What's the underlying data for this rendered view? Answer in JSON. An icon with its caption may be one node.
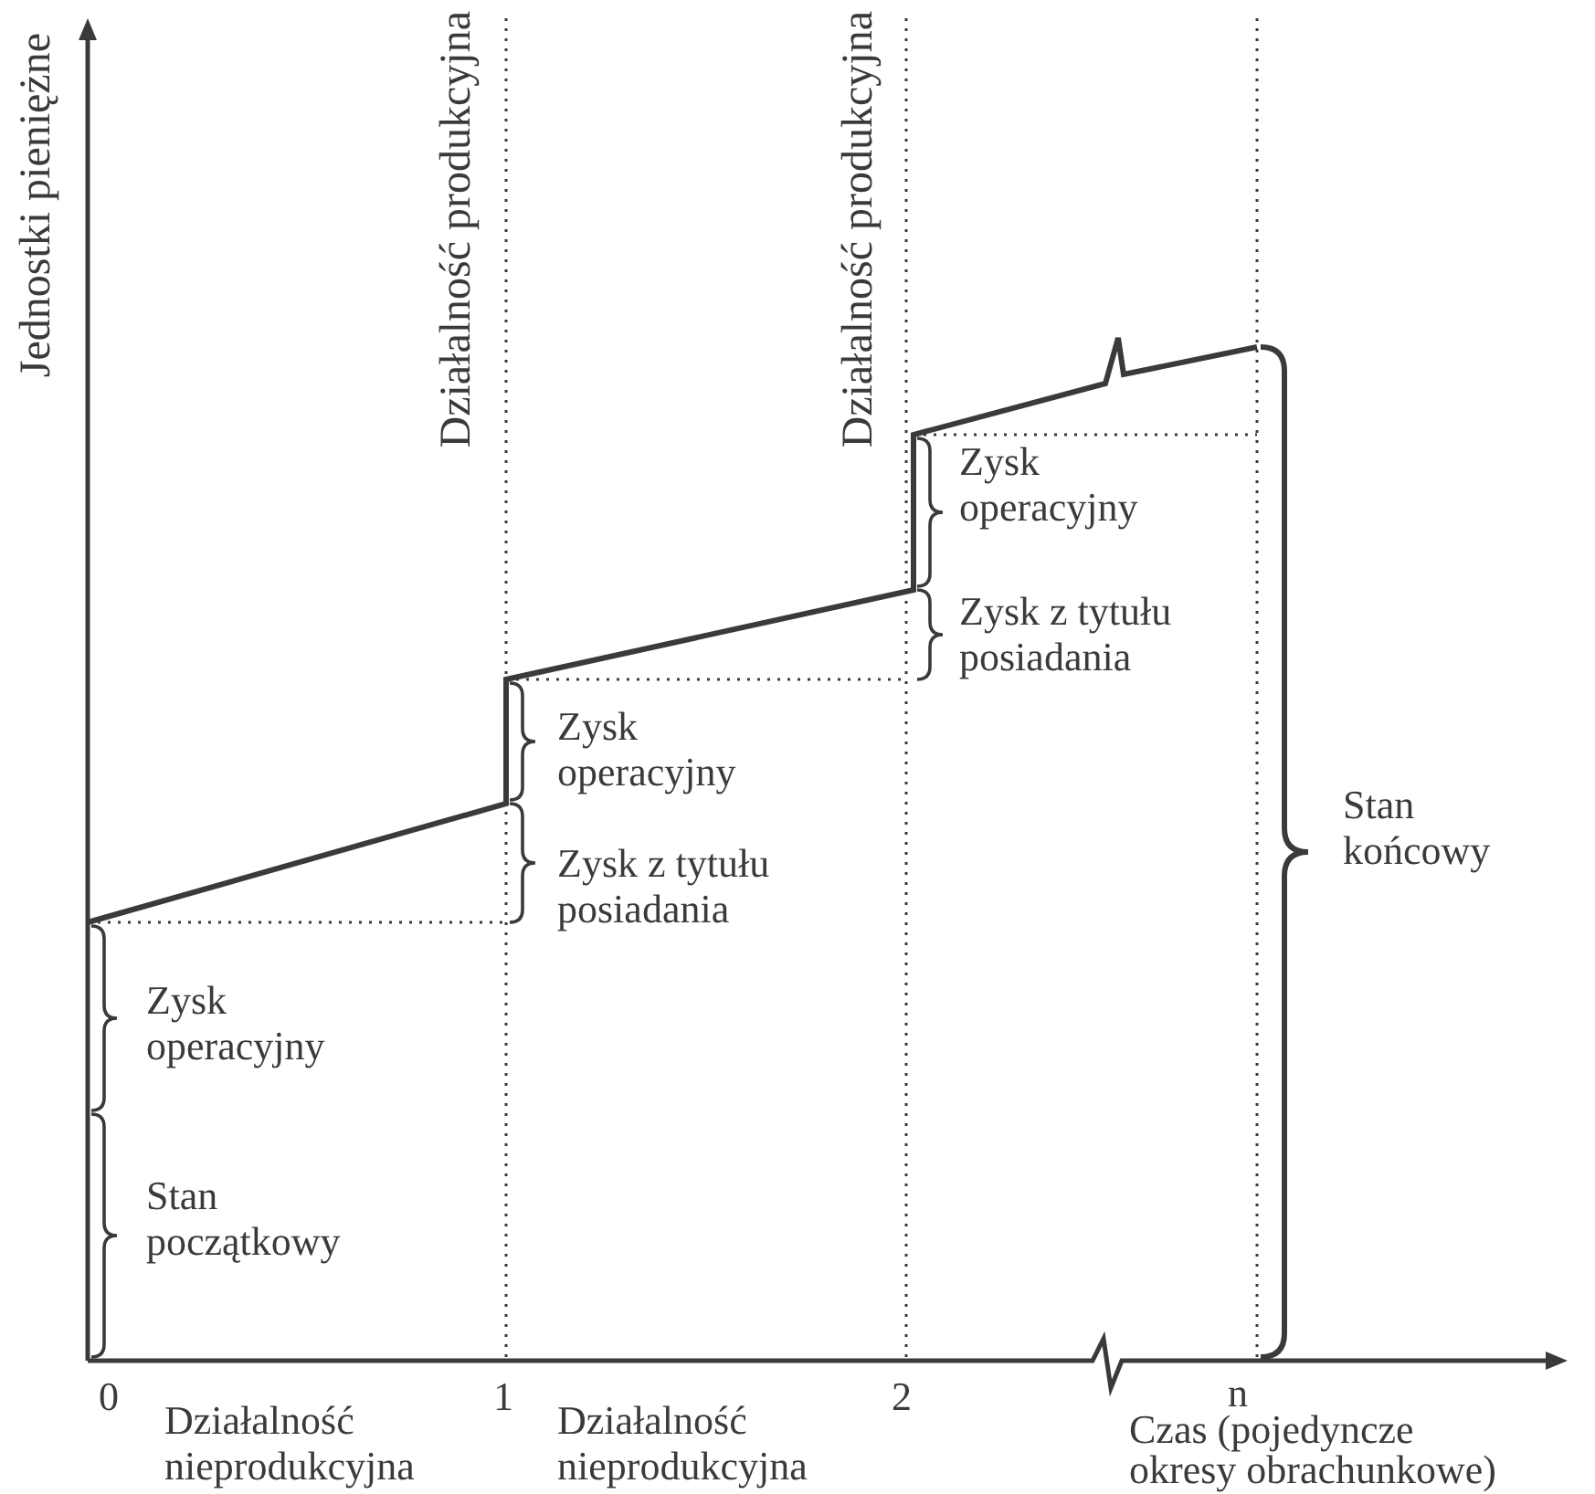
{
  "diagram": {
    "labels": [
      "Jednostki pieniężne",
      "Działalność produkcyjna",
      "Działalność produkcyjna",
      "Zysk operacyjny",
      "Zysk z tytułu posiadania",
      "Zysk operacyjny",
      "Zysk z tytułu posiadania",
      "Stan końcowy",
      "Zysk operacyjny",
      "Stan początkowy",
      "0",
      "1",
      "2",
      "n",
      "Działalność nieprodukcyjna",
      "Działalność nieprodukcyjna",
      "Czas (pojedyncze okresy obrachunkowe)"
    ]
  }
}
